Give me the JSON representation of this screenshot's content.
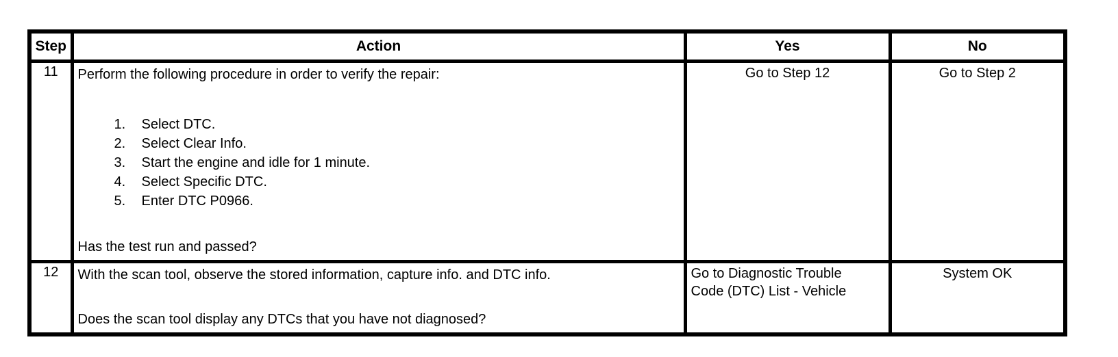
{
  "colors": {
    "border": "#000000",
    "background": "#ffffff",
    "text": "#000000"
  },
  "table": {
    "headers": {
      "step": "Step",
      "action": "Action",
      "yes": "Yes",
      "no": "No"
    },
    "rows": [
      {
        "step": "11",
        "action_intro": "Perform the following procedure in order to verify the repair:",
        "action_steps": [
          "Select DTC.",
          "Select Clear Info.",
          "Start the engine and idle for 1 minute.",
          "Select Specific DTC.",
          "Enter DTC P0966."
        ],
        "action_question": "Has the test run and passed?",
        "yes": "Go to Step 12",
        "no": "Go to Step 2"
      },
      {
        "step": "12",
        "action_intro": "With the scan tool, observe the stored information, capture info. and DTC info.",
        "action_question": "Does the scan tool display any DTCs that you have not diagnosed?",
        "yes": "Go to Diagnostic Trouble Code (DTC) List - Vehicle",
        "no": "System OK"
      }
    ]
  }
}
